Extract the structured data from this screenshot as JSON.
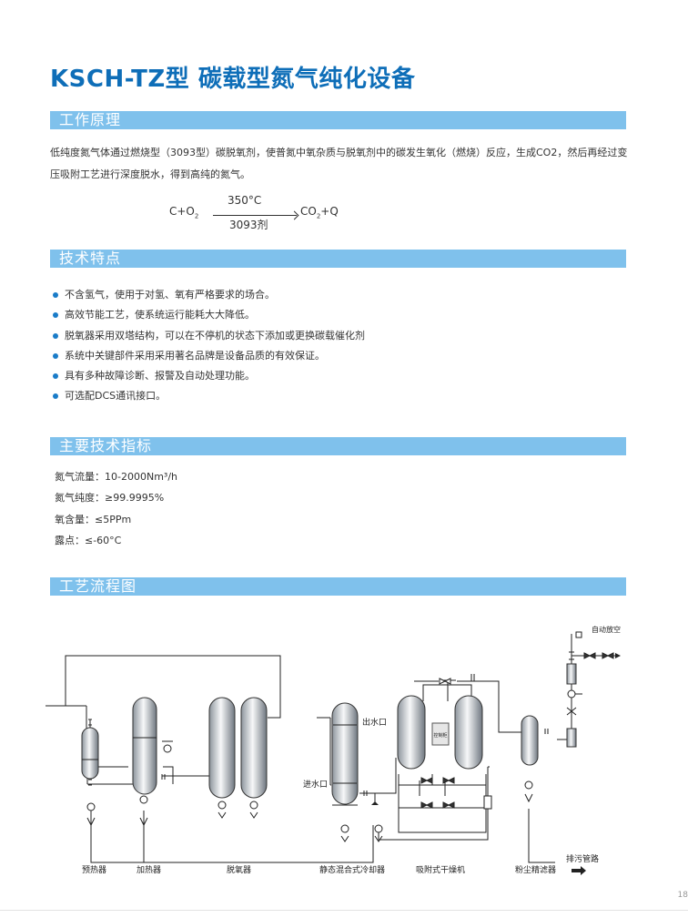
{
  "title": "KSCH-TZ型 碳载型氮气纯化设备",
  "sections": {
    "principle": "工作原理",
    "features": "技术特点",
    "specs": "主要技术指标",
    "flow": "工艺流程图"
  },
  "principle_text": "低纯度氮气体通过燃烧型（3093型）碳脱氧剂，使普氮中氧杂质与脱氧剂中的碳发生氧化（燃烧）反应，生成CO2，然后再经过变压吸附工艺进行深度脱水，得到高纯的氮气。",
  "equation": {
    "left": "C+O",
    "left_sub": "2",
    "condition_top": "350°C",
    "condition_bottom": "3093剂",
    "right": "CO",
    "right_sub": "2",
    "right_tail": "+Q"
  },
  "features": [
    "不含氢气，使用于对氢、氧有严格要求的场合。",
    "高效节能工艺，使系统运行能耗大大降低。",
    "脱氧器采用双塔结构，可以在不停机的状态下添加或更换碳载催化剂",
    "系统中关键部件采用采用著名品牌是设备品质的有效保证。",
    "具有多种故障诊断、报警及自动处理功能。",
    "可选配DCS通讯接口。"
  ],
  "specs": [
    "氮气流量：10-2000Nm³/h",
    "氮气纯度：≥99.9995%",
    "氧含量：≤5PPm",
    "露点：≤-60°C"
  ],
  "diagram": {
    "labels": {
      "preheater": "预热器",
      "heater": "加热器",
      "deoxidizer": "脱氧器",
      "cooler": "静态混合式冷却器",
      "dryer": "吸附式干燥机",
      "filter": "粉尘精滤器",
      "drain": "排污管路",
      "water_out": "出水口",
      "water_in": "进水口",
      "auto_vent": "自动放空",
      "control_box": "控制柜"
    }
  },
  "page_number": "18"
}
